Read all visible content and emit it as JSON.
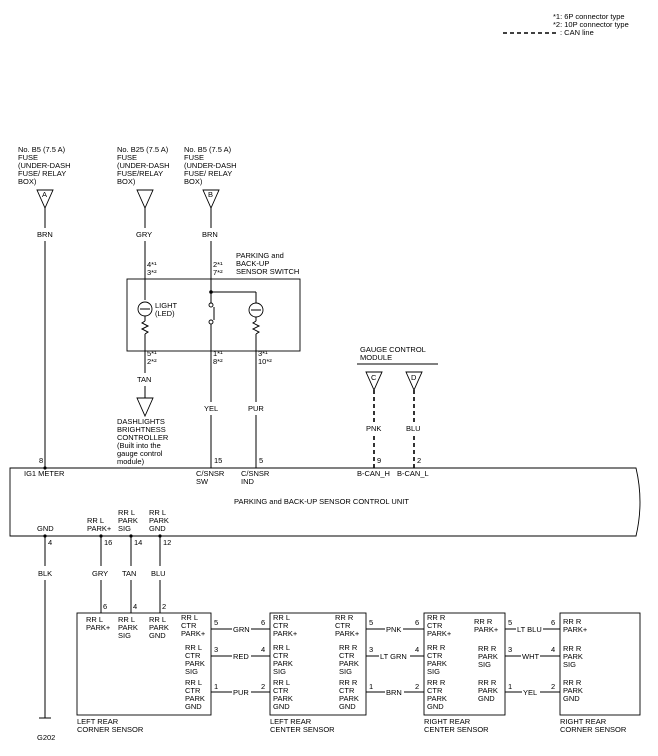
{
  "legend": {
    "note1": "*1: 6P connector type",
    "note2": "*2: 10P connector type",
    "can_line": ": CAN line"
  },
  "fuses": [
    {
      "id": "A",
      "l1": "No. B5 (7.5 A)",
      "l2": "FUSE",
      "l3": "(UNDER-DASH",
      "l4": "FUSE/ RELAY",
      "l5": "BOX)",
      "wire": "BRN"
    },
    {
      "id": "",
      "l1": "No. B25 (7.5 A)",
      "l2": "FUSE",
      "l3": "(UNDER-DASH",
      "l4": "FUSE/RELAY",
      "l5": "BOX)",
      "wire": "GRY"
    },
    {
      "id": "B",
      "l1": "No. B5 (7.5 A)",
      "l2": "FUSE",
      "l3": "(UNDER-DASH",
      "l4": "FUSE/ RELAY",
      "l5": "BOX)",
      "wire": "BRN"
    }
  ],
  "switch": {
    "title1": "PARKING and",
    "title2": "BACK-UP",
    "title3": "SENSOR SWITCH",
    "light1": "LIGHT",
    "light2": "(LED)",
    "pins_top_a": [
      "4*¹",
      "3*²"
    ],
    "pins_top_b": [
      "2*¹",
      "7*²"
    ],
    "pins_bot_a": [
      "5*¹",
      "2*²"
    ],
    "pins_bot_b": [
      "1*¹",
      "8*²"
    ],
    "pins_bot_c": [
      "3*¹",
      "10*²"
    ],
    "out_a": "TAN",
    "out_b": "YEL",
    "out_c": "PUR"
  },
  "dash_ctrl": [
    "DASHLIGHTS",
    "BRIGHTNESS",
    "CONTROLLER",
    "(Built into the",
    "gauge control",
    "module)"
  ],
  "gauge": {
    "title1": "GAUGE CONTROL",
    "title2": "MODULE",
    "c": "C",
    "d": "D",
    "wire_c": "PNK",
    "wire_d": "BLU"
  },
  "unit": {
    "title": "PARKING and BACK-UP SENSOR CONTROL UNIT",
    "ig1": "IG1 METER",
    "pin_ig1": "8",
    "pin_sw": "15",
    "sw1": "C/SNSR",
    "sw2": "SW",
    "pin_ind": "5",
    "ind1": "C/SNSR",
    "ind2": "IND",
    "pin_canh": "9",
    "canh": "B-CAN_H",
    "pin_canl": "2",
    "canl": "B-CAN_L",
    "gnd": "GND",
    "pin_gnd": "4",
    "gnd_wire": "BLK",
    "ground": "G202",
    "rr_l_park_plus": [
      "RR L",
      "PARK+"
    ],
    "rr_l_park_sig": [
      "RR L",
      "PARK",
      "SIG"
    ],
    "rr_l_park_gnd": [
      "RR L",
      "PARK",
      "GND"
    ],
    "pin_plus": "16",
    "pin_sig": "14",
    "pin_gnd2": "12",
    "w_plus": "GRY",
    "w_sig": "TAN",
    "w_gnd": "BLU"
  },
  "sensors": {
    "s1": {
      "name1": "LEFT REAR",
      "name2": "CORNER SENSOR",
      "top": [
        [
          "RR L",
          "PARK+"
        ],
        [
          "RR L",
          "PARK",
          "SIG"
        ],
        [
          "RR L",
          "PARK",
          "GND"
        ]
      ],
      "top_pins": [
        "6",
        "4",
        "2"
      ],
      "right": [
        [
          "RR L",
          "CTR",
          "PARK+"
        ],
        [
          "RR L",
          "CTR",
          "PARK",
          "SIG"
        ],
        [
          "RR L",
          "CTR",
          "PARK",
          "GND"
        ]
      ],
      "right_pins": [
        "5",
        "3",
        "1"
      ]
    },
    "s2": {
      "name1": "LEFT REAR",
      "name2": "CENTER SENSOR",
      "left": [
        [
          "RR L",
          "CTR",
          "PARK+"
        ],
        [
          "RR L",
          "CTR",
          "PARK",
          "SIG"
        ],
        [
          "RR L",
          "CTR",
          "PARK",
          "GND"
        ]
      ],
      "left_pins": [
        "6",
        "4",
        "2"
      ],
      "right": [
        [
          "RR R",
          "CTR",
          "PARK+"
        ],
        [
          "RR R",
          "CTR",
          "PARK",
          "SIG"
        ],
        [
          "RR R",
          "CTR",
          "PARK",
          "GND"
        ]
      ],
      "right_pins": [
        "5",
        "3",
        "1"
      ]
    },
    "s3": {
      "name1": "RIGHT REAR",
      "name2": "CENTER SENSOR",
      "left": [
        [
          "RR R",
          "CTR",
          "PARK+"
        ],
        [
          "RR R",
          "CTR",
          "PARK",
          "SIG"
        ],
        [
          "RR R",
          "CTR",
          "PARK",
          "GND"
        ]
      ],
      "left_pins": [
        "6",
        "4",
        "2"
      ],
      "right": [
        [
          "RR R",
          "PARK+"
        ],
        [
          "RR R",
          "PARK",
          "SIG"
        ],
        [
          "RR R",
          "PARK",
          "GND"
        ]
      ],
      "right_pins": [
        "5",
        "3",
        "1"
      ]
    },
    "s4": {
      "name1": "RIGHT REAR",
      "name2": "CORNER SENSOR",
      "left": [
        [
          "RR R",
          "PARK+"
        ],
        [
          "RR R",
          "PARK",
          "SIG"
        ],
        [
          "RR R",
          "PARK",
          "GND"
        ]
      ],
      "left_pins": [
        "6",
        "4",
        "2"
      ]
    }
  },
  "links": {
    "a": [
      "GRN",
      "RED",
      "PUR"
    ],
    "b": [
      "PNK",
      "LT GRN",
      "BRN"
    ],
    "c": [
      "LT BLU",
      "WHT",
      "YEL"
    ]
  }
}
